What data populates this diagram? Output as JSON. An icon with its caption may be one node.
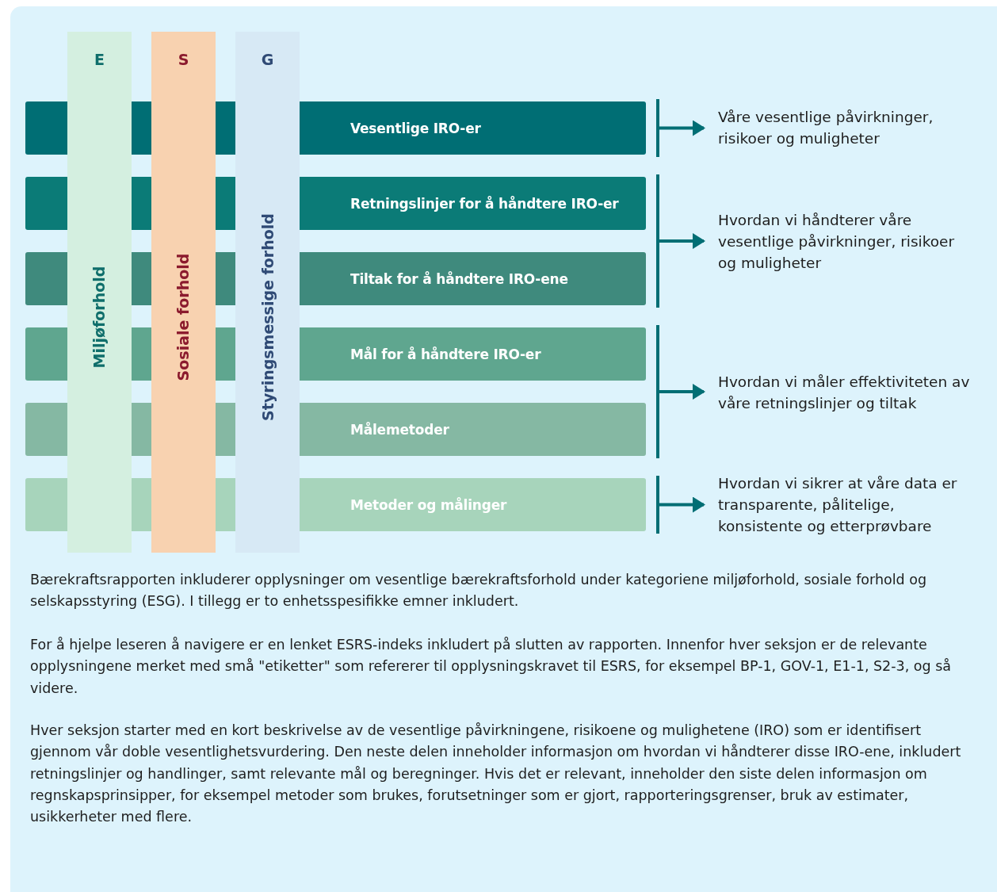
{
  "diagram": {
    "nodes": [
      {
        "text": [
          "E",
          "Miljøforhold"
        ]
      },
      {
        "text": [
          "S",
          "Sosiale  forhold"
        ]
      },
      {
        "text": [
          "G",
          "Styringsmessige forhold"
        ]
      },
      {
        "text": [
          "Vesentlige IRO-er"
        ]
      },
      {
        "text": [
          "Retningslinjer for å håndtere IRO-er"
        ]
      },
      {
        "text": [
          "Tiltak for å håndtere IRO-ene"
        ]
      },
      {
        "text": [
          "Mål for å håndtere IRO-er"
        ]
      },
      {
        "text": [
          "Målemetoder"
        ]
      },
      {
        "text": [
          "Metoder og målinger"
        ]
      },
      {
        "text": [
          "Våre vesentlige påvirkninger, risikoer og muligheter"
        ]
      },
      {
        "text": [
          "Hvordan vi håndterer våre vesentlige påvirkninger, risikoer og muligheter"
        ]
      },
      {
        "text": [
          "Hvordan vi måler effektiviteten av våre retningslinjer og tiltak"
        ]
      },
      {
        "text": [
          "Hvordan vi sikrer at våre data er transparente, pålitelige, konsistente og etterprøvbare"
        ]
      }
    ],
    "edges": [
      {
        "from": 3,
        "to": 9,
        "arrow": "to"
      },
      {
        "from": 4,
        "to": 10,
        "arrow": "to"
      },
      {
        "from": 5,
        "to": 10,
        "arrow": "to"
      },
      {
        "from": 6,
        "to": 11,
        "arrow": "to"
      },
      {
        "from": 7,
        "to": 11,
        "arrow": "to"
      },
      {
        "from": 8,
        "to": 12,
        "arrow": "to"
      }
    ],
    "labels": [
      "Bærekraftsrapporten inkluderer opplysninger om vesentlige bærekraftsforhold under kategoriene miljøforhold, sosiale forhold og selskapsstyring (ESG). I tillegg er to enhetsspesifikke emner inkludert.",
      "For å hjelpe leseren å navigere er en lenket ESRS-indeks inkludert på slutten av rapporten. Innenfor hver seksjon er de relevante opplysningene merket med små \"etiketter\" som refererer til opplysningskravet til ESRS, for eksempel BP-1, GOV-1, E1-1, S2-3, og så videre.",
      "Hver seksjon starter med en kort beskrivelse av de vesentlige påvirkningene, risikoene og mulighetene (IRO) som er identifisert gjennom vår doble vesentlighetsvurdering. Den neste delen inneholder informasjon om hvordan vi håndterer disse IRO-ene, inkludert retningslinjer og handlinger, samt relevante mål og beregninger. Hvis det er relevant, inneholder den siste delen informasjon om regnskapsprinsipper, for eksempel metoder som brukes, forutsetninger som er gjort, rapporteringsgrenser, bruk av estimater, usikkerheter med flere."
    ]
  }
}
